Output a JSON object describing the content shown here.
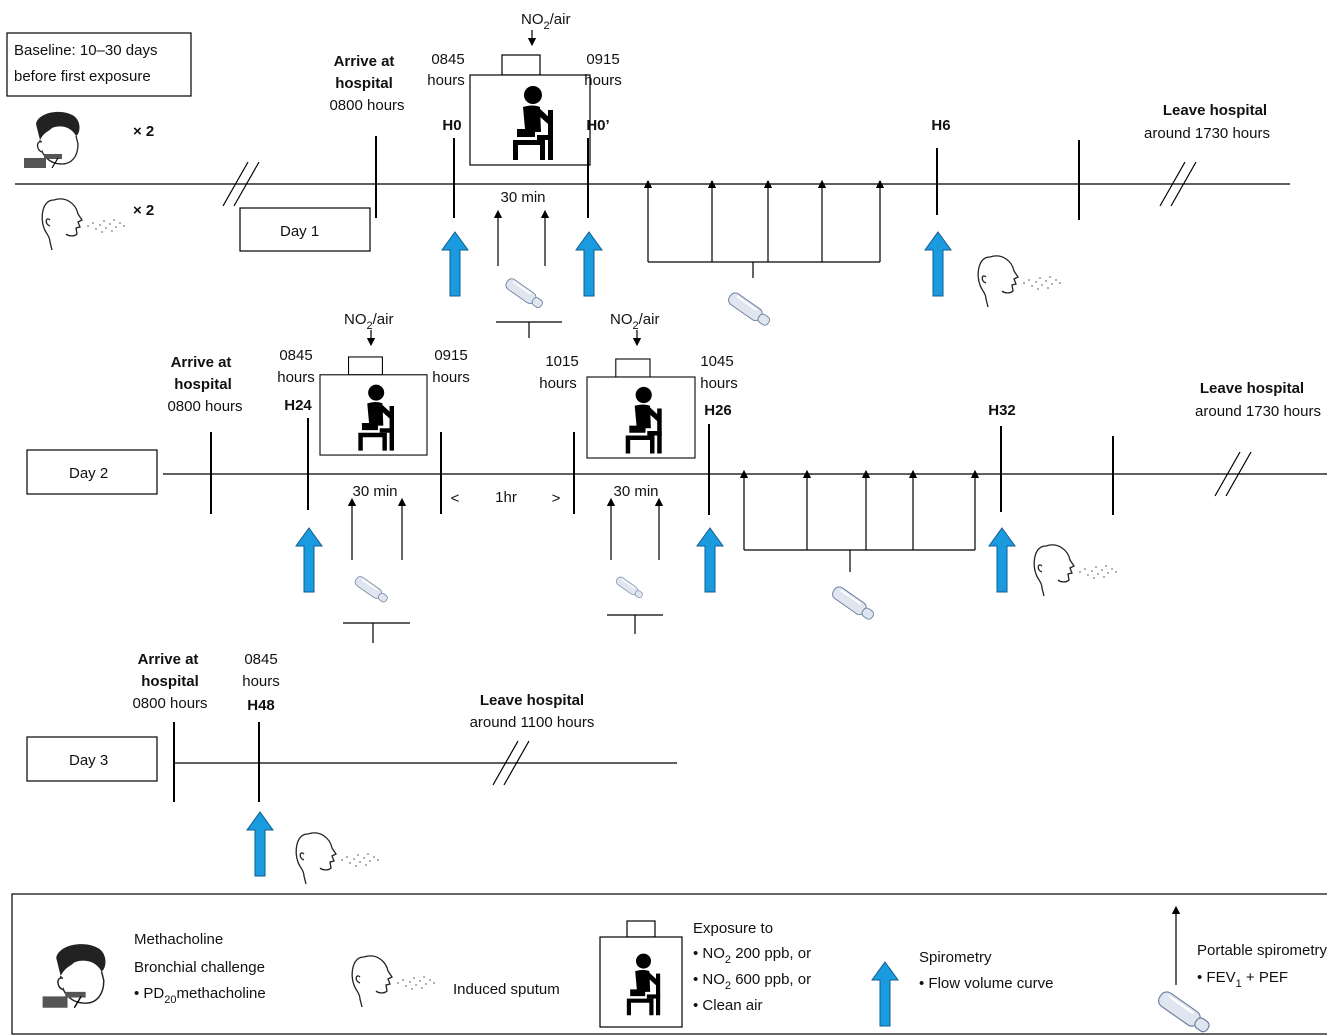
{
  "baseline": {
    "line1": "Baseline: 10–30 days",
    "line2": "before first exposure",
    "x2_top": "× 2",
    "x2_bottom": "× 2"
  },
  "exposure_label": {
    "no": "NO",
    "sub": "2",
    "air": "/air"
  },
  "common": {
    "arrive1": "Arrive at",
    "arrive2": "hospital",
    "arrive_time": "0800 hours",
    "hours": "hours",
    "thirty_min": "30 min",
    "leave": "Leave hospital"
  },
  "day1": {
    "label": "Day 1",
    "t_start": "0845",
    "t_end": "0915",
    "h0": "H0",
    "h0p": "H0’",
    "h6": "H6",
    "leave_time": "around 1730 hours"
  },
  "day2": {
    "label": "Day 2",
    "t1_start": "0845",
    "t1_end": "0915",
    "t2_start": "1015",
    "t2_end": "1045",
    "h24": "H24",
    "h26": "H26",
    "h32": "H32",
    "gap_left": "<",
    "gap": "1hr",
    "gap_right": ">",
    "leave_time": "around 1730 hours"
  },
  "day3": {
    "label": "Day 3",
    "t_start": "0845",
    "h48": "H48",
    "leave_time": "around 1100 hours"
  },
  "legend": {
    "metha_1": "Methacholine",
    "metha_2": "Bronchial challenge",
    "metha_3_pre": "• PD",
    "metha_3_sub": "20",
    "metha_3_post": "methacholine",
    "sputum": "Induced sputum",
    "exp_title": "Exposure to",
    "exp_pre": "• NO",
    "exp_sub": "2",
    "exp_1_post": " 200 ppb, or",
    "exp_2_post": " 600 ppb, or",
    "exp_3": "• Clean air",
    "spiro_1": "Spirometry",
    "spiro_2": "• Flow volume curve",
    "portable": "Portable spirometry",
    "fev_pre": "• FEV",
    "fev_sub": "1",
    "fev_post": " + PEF"
  },
  "colors": {
    "spirometry_arrow": "#1a9be0"
  },
  "icons": [
    "methacholine-child-icon",
    "sputum-child-icon",
    "exposure-chamber-icon",
    "spirometry-arrow-icon",
    "portable-spirometer-icon"
  ]
}
